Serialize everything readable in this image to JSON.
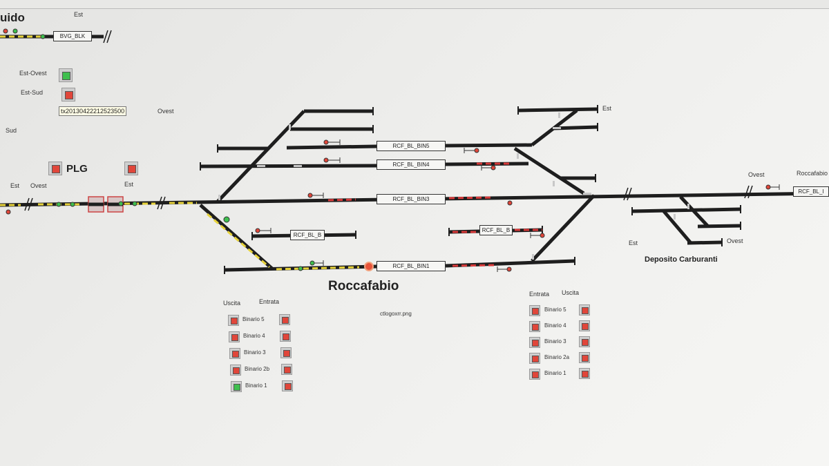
{
  "header": {
    "title_partial": "uido",
    "est_label": "Est"
  },
  "top_block": "BVG_BLK",
  "routes": [
    {
      "label": "Est-Ovest",
      "state": "green"
    },
    {
      "label": "Est-Sud",
      "state": "red"
    }
  ],
  "tooltip": "tx20130422212523500",
  "left_labels": {
    "sud": "Sud",
    "ovest": "Ovest",
    "plg": "PLG",
    "est1": "Est",
    "ovest2": "Ovest",
    "est2": "Est"
  },
  "station": {
    "name": "Roccafabio",
    "image_caption": "ctlogoxrr.png"
  },
  "blocks": {
    "bin5": "RCF_BL_BIN5",
    "bin4": "RCF_BL_BIN4",
    "bin3": "RCF_BL_BIN3",
    "bin2_left": "RCF_BL_B",
    "bin2_right": "RCF_BL_B",
    "bin1": "RCF_BL_BIN1",
    "right_edge": "RCF_BL_I"
  },
  "right_labels": {
    "est_top": "Est",
    "ovest_right": "Ovest",
    "roccafabio_e": "Roccafabio E",
    "est_depot": "Est",
    "ovest_depot": "Ovest",
    "depot": "Deposito Carburanti"
  },
  "left_panel": {
    "col_uscita": "Uscita",
    "col_entrata": "Entrata",
    "rows": [
      {
        "label": "Binario 5",
        "uscita": "red",
        "entrata": "red"
      },
      {
        "label": "Binario 4",
        "uscita": "red",
        "entrata": "red"
      },
      {
        "label": "Binario 3",
        "uscita": "red",
        "entrata": "red"
      },
      {
        "label": "Binario 2b",
        "uscita": "red",
        "entrata": "red"
      },
      {
        "label": "Binario 1",
        "uscita": "green",
        "entrata": "red"
      }
    ]
  },
  "right_panel": {
    "col_entrata": "Entrata",
    "col_uscita": "Uscita",
    "rows": [
      {
        "label": "Binario 5",
        "entrata": "red",
        "uscita": "red"
      },
      {
        "label": "Binario 4",
        "entrata": "red",
        "uscita": "red"
      },
      {
        "label": "Binario 3",
        "entrata": "red",
        "uscita": "red"
      },
      {
        "label": "Binario 2a",
        "entrata": "red",
        "uscita": "red"
      },
      {
        "label": "Binario 1",
        "entrata": "red",
        "uscita": "red"
      }
    ]
  },
  "colors": {
    "track": "#1e1e1e",
    "occupied_yellow": "#e6d23a",
    "occupied_red": "#d83a3a",
    "signal_green": "#3fbf4e",
    "signal_red": "#e0463a"
  }
}
